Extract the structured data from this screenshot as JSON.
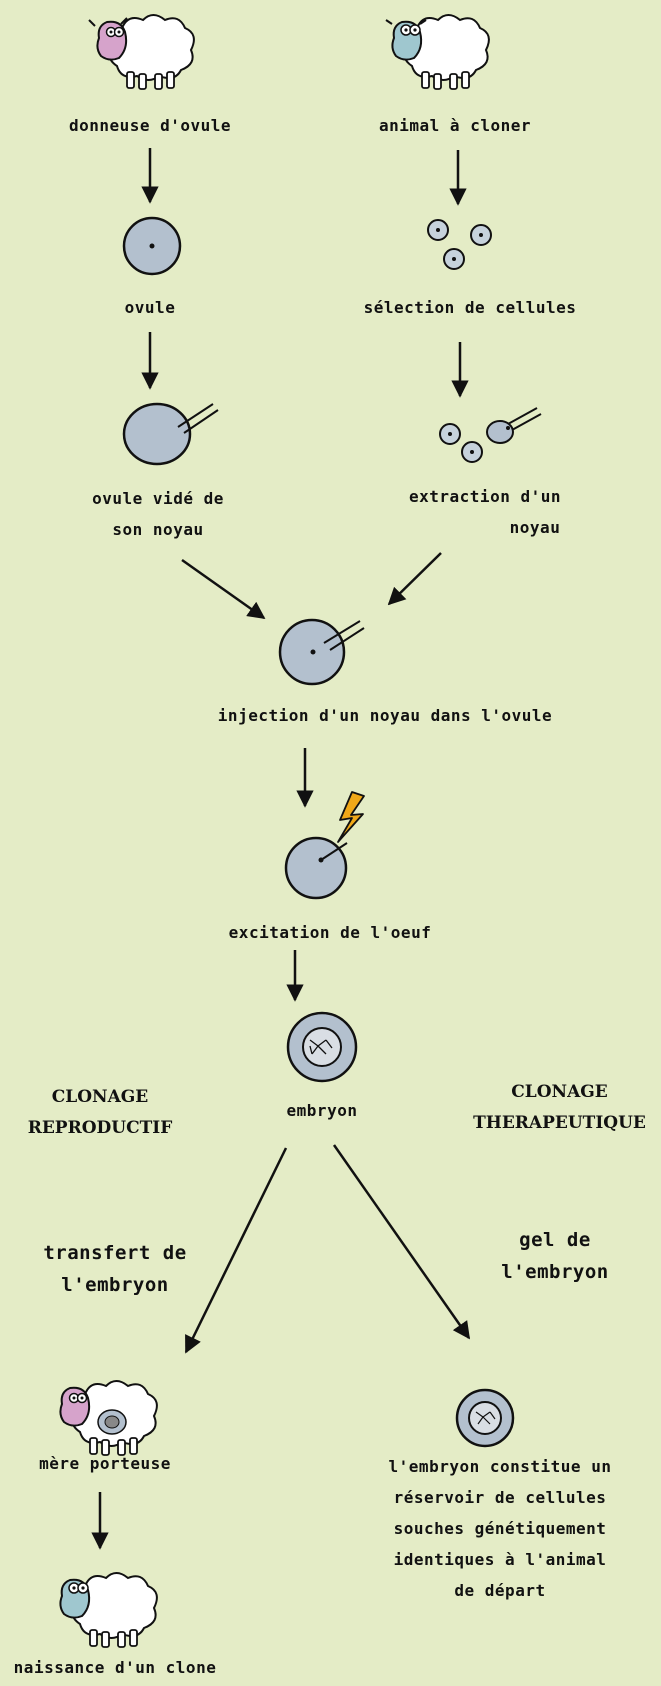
{
  "labels": {
    "egg_donor": "donneuse d'ovule",
    "animal_to_clone": "animal à cloner",
    "egg": "ovule",
    "cell_selection": "sélection de cellules",
    "enucleated_egg": [
      "ovule vidé de",
      "son noyau"
    ],
    "nucleus_extraction": [
      "extraction d'un",
      "noyau"
    ],
    "nucleus_injection": "injection d'un noyau dans l'ovule",
    "egg_stimulation": "excitation de l'oeuf",
    "embryo": "embryon",
    "reproductive_cloning": [
      "CLONAGE",
      "REPRODUCTIF"
    ],
    "therapeutic_cloning": [
      "CLONAGE",
      "THERAPEUTIQUE"
    ],
    "embryo_transfer": [
      "transfert de",
      "l'embryon"
    ],
    "embryo_freezing": [
      "gel de",
      "l'embryon"
    ],
    "surrogate_mother": "mère porteuse",
    "clone_birth": "naissance d'un clone",
    "stem_cell_reservoir": [
      "l'embryon constitue un",
      "réservoir de cellules",
      "souches génétiquement",
      "identiques à l'animal",
      "de départ"
    ]
  },
  "colors": {
    "background": "#e4ecc6",
    "cell_fill": "#b3c0ce",
    "sheep_wool": "#ffffff",
    "donor_face": "#d6a3cb",
    "clone_face": "#9fc7cf",
    "lightning": "#f0a818",
    "ink": "#111111"
  },
  "icons": [
    "sheep-icon",
    "cell-icon",
    "micropipette-icon",
    "lightning-icon",
    "embryo-icon",
    "arrow-icon"
  ]
}
